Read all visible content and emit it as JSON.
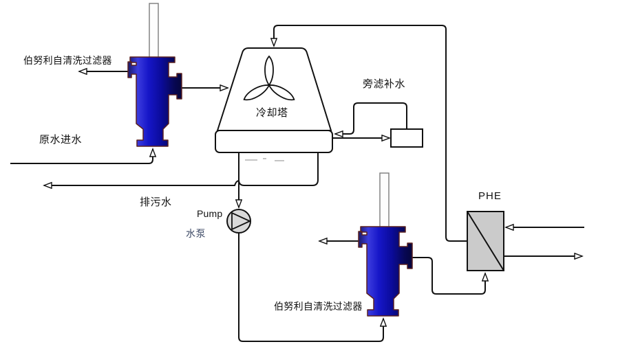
{
  "diagram": {
    "title_hint": "cooling tower side-stream filtration flow diagram",
    "labels": {
      "filter1": "伯努利自清洗过滤器",
      "raw_water_inlet": "原水进水",
      "blowdown": "排污水",
      "pump_en": "Pump",
      "pump_cn": "水泵",
      "cooling_tower": "冷却塔",
      "side_filter_makeup": "旁滤补水",
      "filter2": "伯努利自清洗过滤器",
      "phe": "PHE"
    },
    "colors": {
      "pipe_line": "#111111",
      "vessel_blue_bright": "#2d2dd6",
      "vessel_blue_dark": "#06063c",
      "vessel_outline": "#5a2020",
      "pump_fill": "#d9d9d9",
      "phe_fill": "#cbcbcb",
      "pump_cn_text": "#3d4a66",
      "background": "#ffffff"
    }
  }
}
